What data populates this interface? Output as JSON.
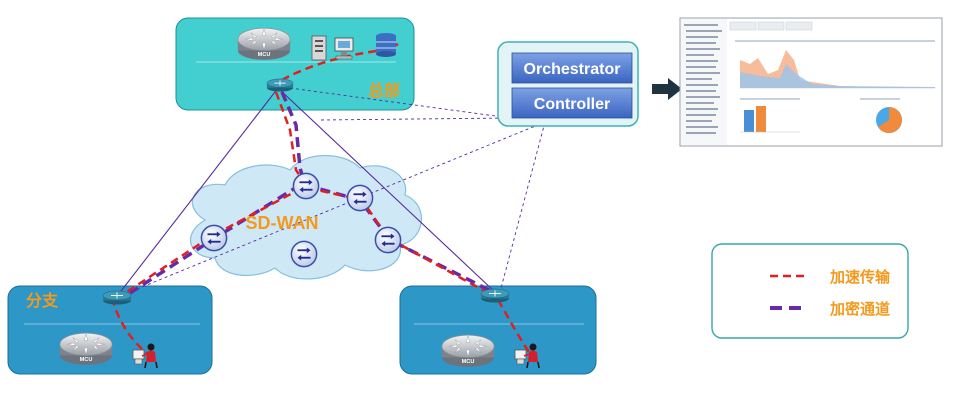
{
  "hq": {
    "label": "总部",
    "mcu_label": "MCU"
  },
  "branch_left": {
    "label": "分支",
    "mcu_label": "MCU"
  },
  "branch_right": {
    "mcu_label": "MCU"
  },
  "wan": {
    "label": "SD-WAN"
  },
  "orchestrator": {
    "top_label": "Orchestrator",
    "bottom_label": "Controller"
  },
  "legend": [
    {
      "label": "加速传输",
      "color": "#e02020",
      "style": "dashed-thin"
    },
    {
      "label": "加密通道",
      "color": "#6a2aa8",
      "style": "dashed-thick"
    }
  ],
  "colors": {
    "hq_fill": "#43cfd0",
    "branch_fill": "#2d97c8",
    "cloud_fill": "#cfe8f6",
    "accent_orange": "#f39a1e",
    "orch_button": "#4a78d0"
  },
  "icons": [
    "mcu-icon",
    "server-icon",
    "desktop-icon",
    "database-icon",
    "router-icon",
    "user-icon",
    "arrow-right-icon"
  ]
}
